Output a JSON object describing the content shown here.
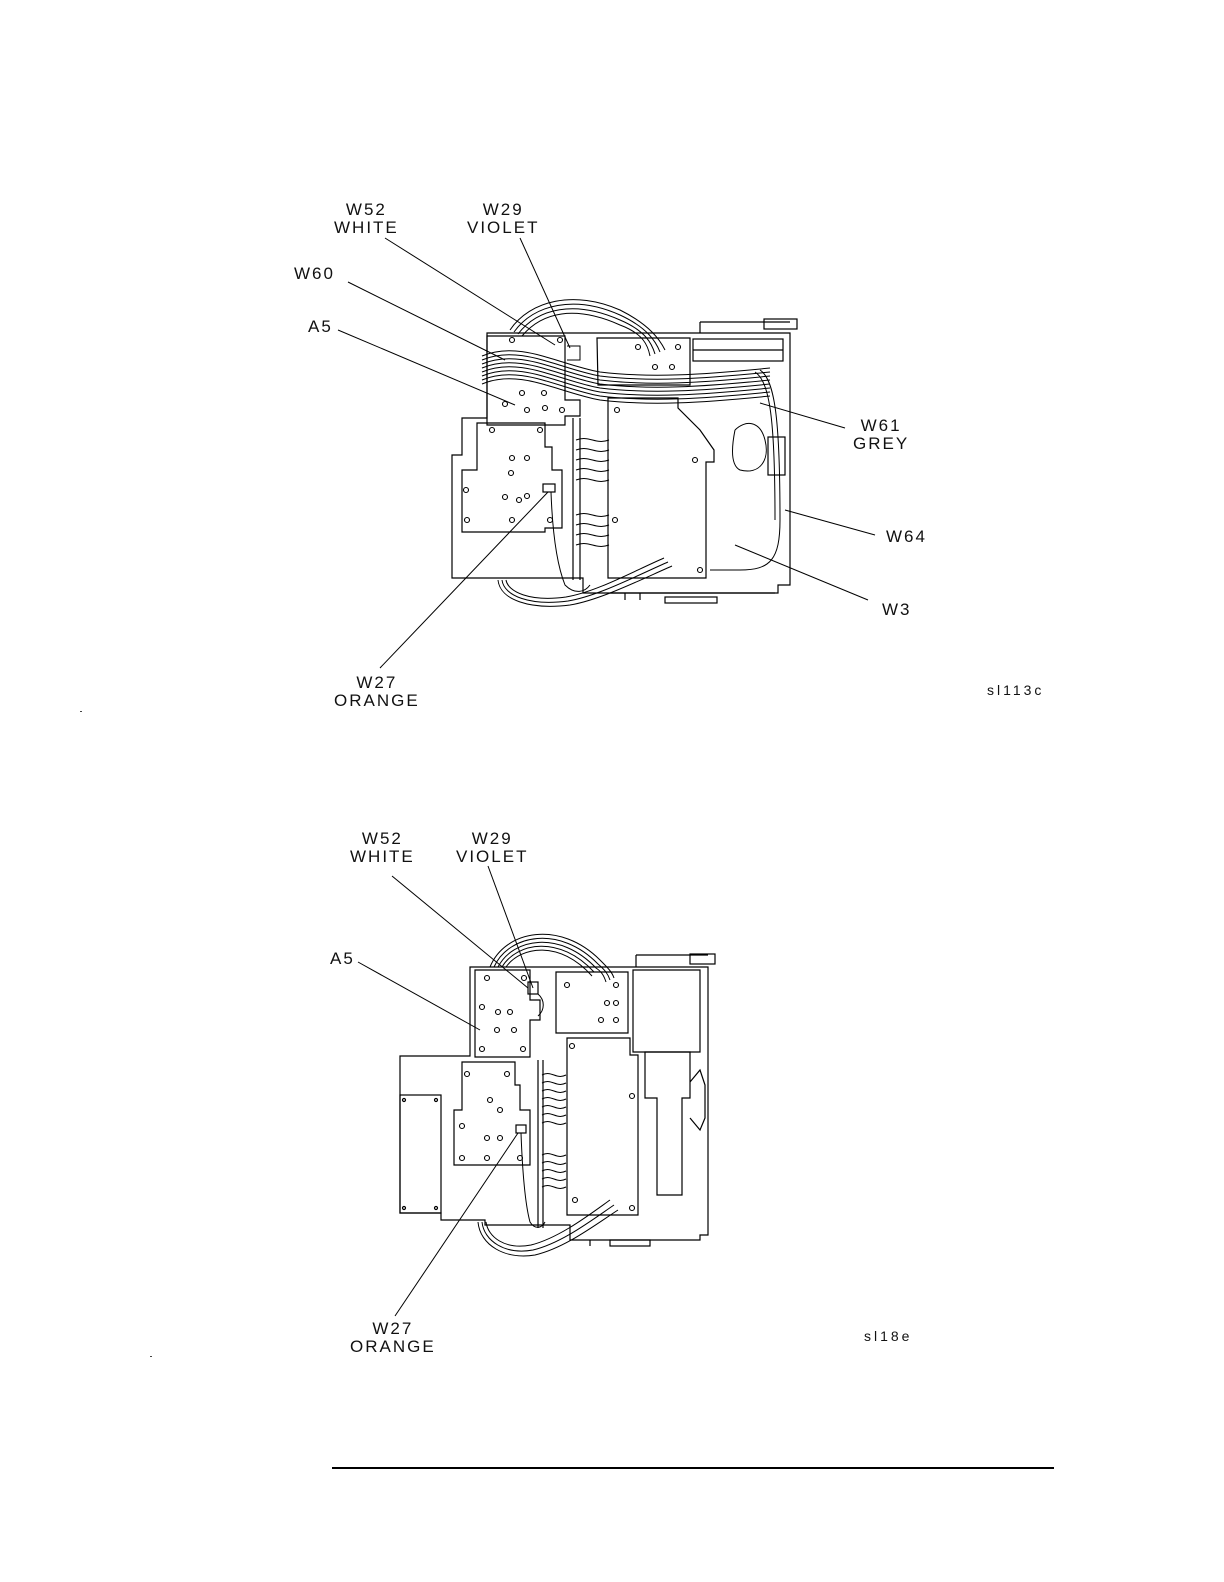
{
  "figure_top": {
    "labels": {
      "w52": [
        "W52",
        "WHITE"
      ],
      "w29": [
        "W29",
        "VIOLET"
      ],
      "w60": [
        "W60"
      ],
      "a5": [
        "A5"
      ],
      "w61": [
        "W61",
        "GREY"
      ],
      "w64": [
        "W64"
      ],
      "w3": [
        "W3"
      ],
      "w27": [
        "W27",
        "ORANGE"
      ]
    },
    "figure_id": "sl113c"
  },
  "figure_bottom": {
    "labels": {
      "w52": [
        "W52",
        "WHITE"
      ],
      "w29": [
        "W29",
        "VIOLET"
      ],
      "a5": [
        "A5"
      ],
      "w27": [
        "W27",
        "ORANGE"
      ]
    },
    "figure_id": "sl18e"
  }
}
